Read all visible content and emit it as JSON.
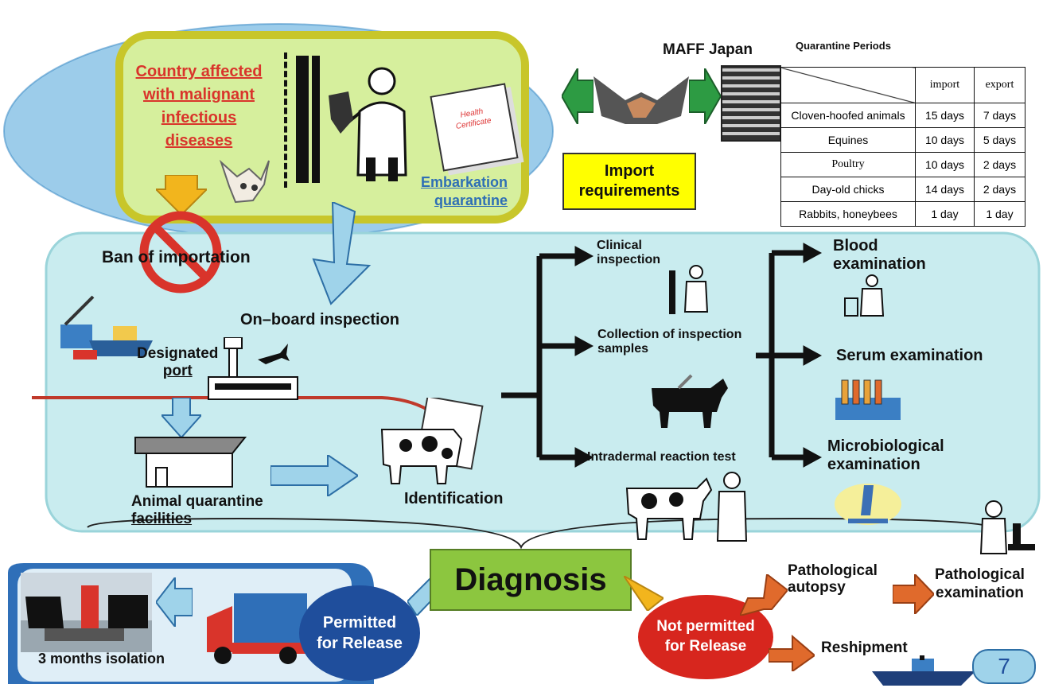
{
  "top": {
    "country_lines": [
      "Country affected",
      "with malignant",
      "infectious",
      "diseases"
    ],
    "embarkation_lines": [
      "Embarkation",
      "quarantine"
    ],
    "ban": "Ban of importation",
    "certificate": [
      "Health",
      "Certificate"
    ]
  },
  "maff": {
    "title": "MAFF Japan",
    "import_req_lines": [
      "Import",
      "requirements"
    ]
  },
  "quarantine_periods": {
    "title": "Quarantine Periods",
    "headers": [
      "import",
      "export"
    ],
    "rows": [
      {
        "name": "Cloven-hoofed animals",
        "import": "15 days",
        "export": "7 days"
      },
      {
        "name": "Equines",
        "import": "10 days",
        "export": "5 days"
      },
      {
        "name": "Poultry",
        "import": "10 days",
        "export": "2 days"
      },
      {
        "name": "Day-old chicks",
        "import": "14 days",
        "export": "2 days"
      },
      {
        "name": "Rabbits, honeybees",
        "import": "1 day",
        "export": "1 day"
      }
    ]
  },
  "flow": {
    "onboard": "On–board inspection",
    "port": [
      "Designated",
      "port"
    ],
    "facilities": [
      "Animal quarantine",
      "facilities"
    ],
    "identification": "Identification",
    "clinical": [
      "Clinical",
      "inspection"
    ],
    "collection": [
      "Collection of inspection",
      "samples"
    ],
    "intradermal": "Intradermal reaction test",
    "blood": [
      "Blood",
      "examination"
    ],
    "serum": "Serum examination",
    "micro": [
      "Microbiological",
      "examination"
    ]
  },
  "bottom": {
    "diagnosis": "Diagnosis",
    "permitted": [
      "Permitted",
      "for Release"
    ],
    "not_permitted": [
      "Not permitted",
      "for Release"
    ],
    "isolation": "3 months isolation",
    "path_autopsy": [
      "Pathological",
      "autopsy"
    ],
    "path_exam": [
      "Pathological",
      "examination"
    ],
    "reshipment": "Reshipment",
    "page_number": "7"
  },
  "colors": {
    "panel": "#c9ecef",
    "panel_border": "#9ad4da",
    "yellow_frame": "#c8c62a",
    "diagnosis": "#8cc63f",
    "permitted": "#1f4e9c",
    "not_permitted": "#d7261e",
    "import_box": "#ffff00",
    "red_line": "#c0392b",
    "arrow_blue": "#9fd3ea",
    "arrow_orange": "#e06a2c"
  }
}
